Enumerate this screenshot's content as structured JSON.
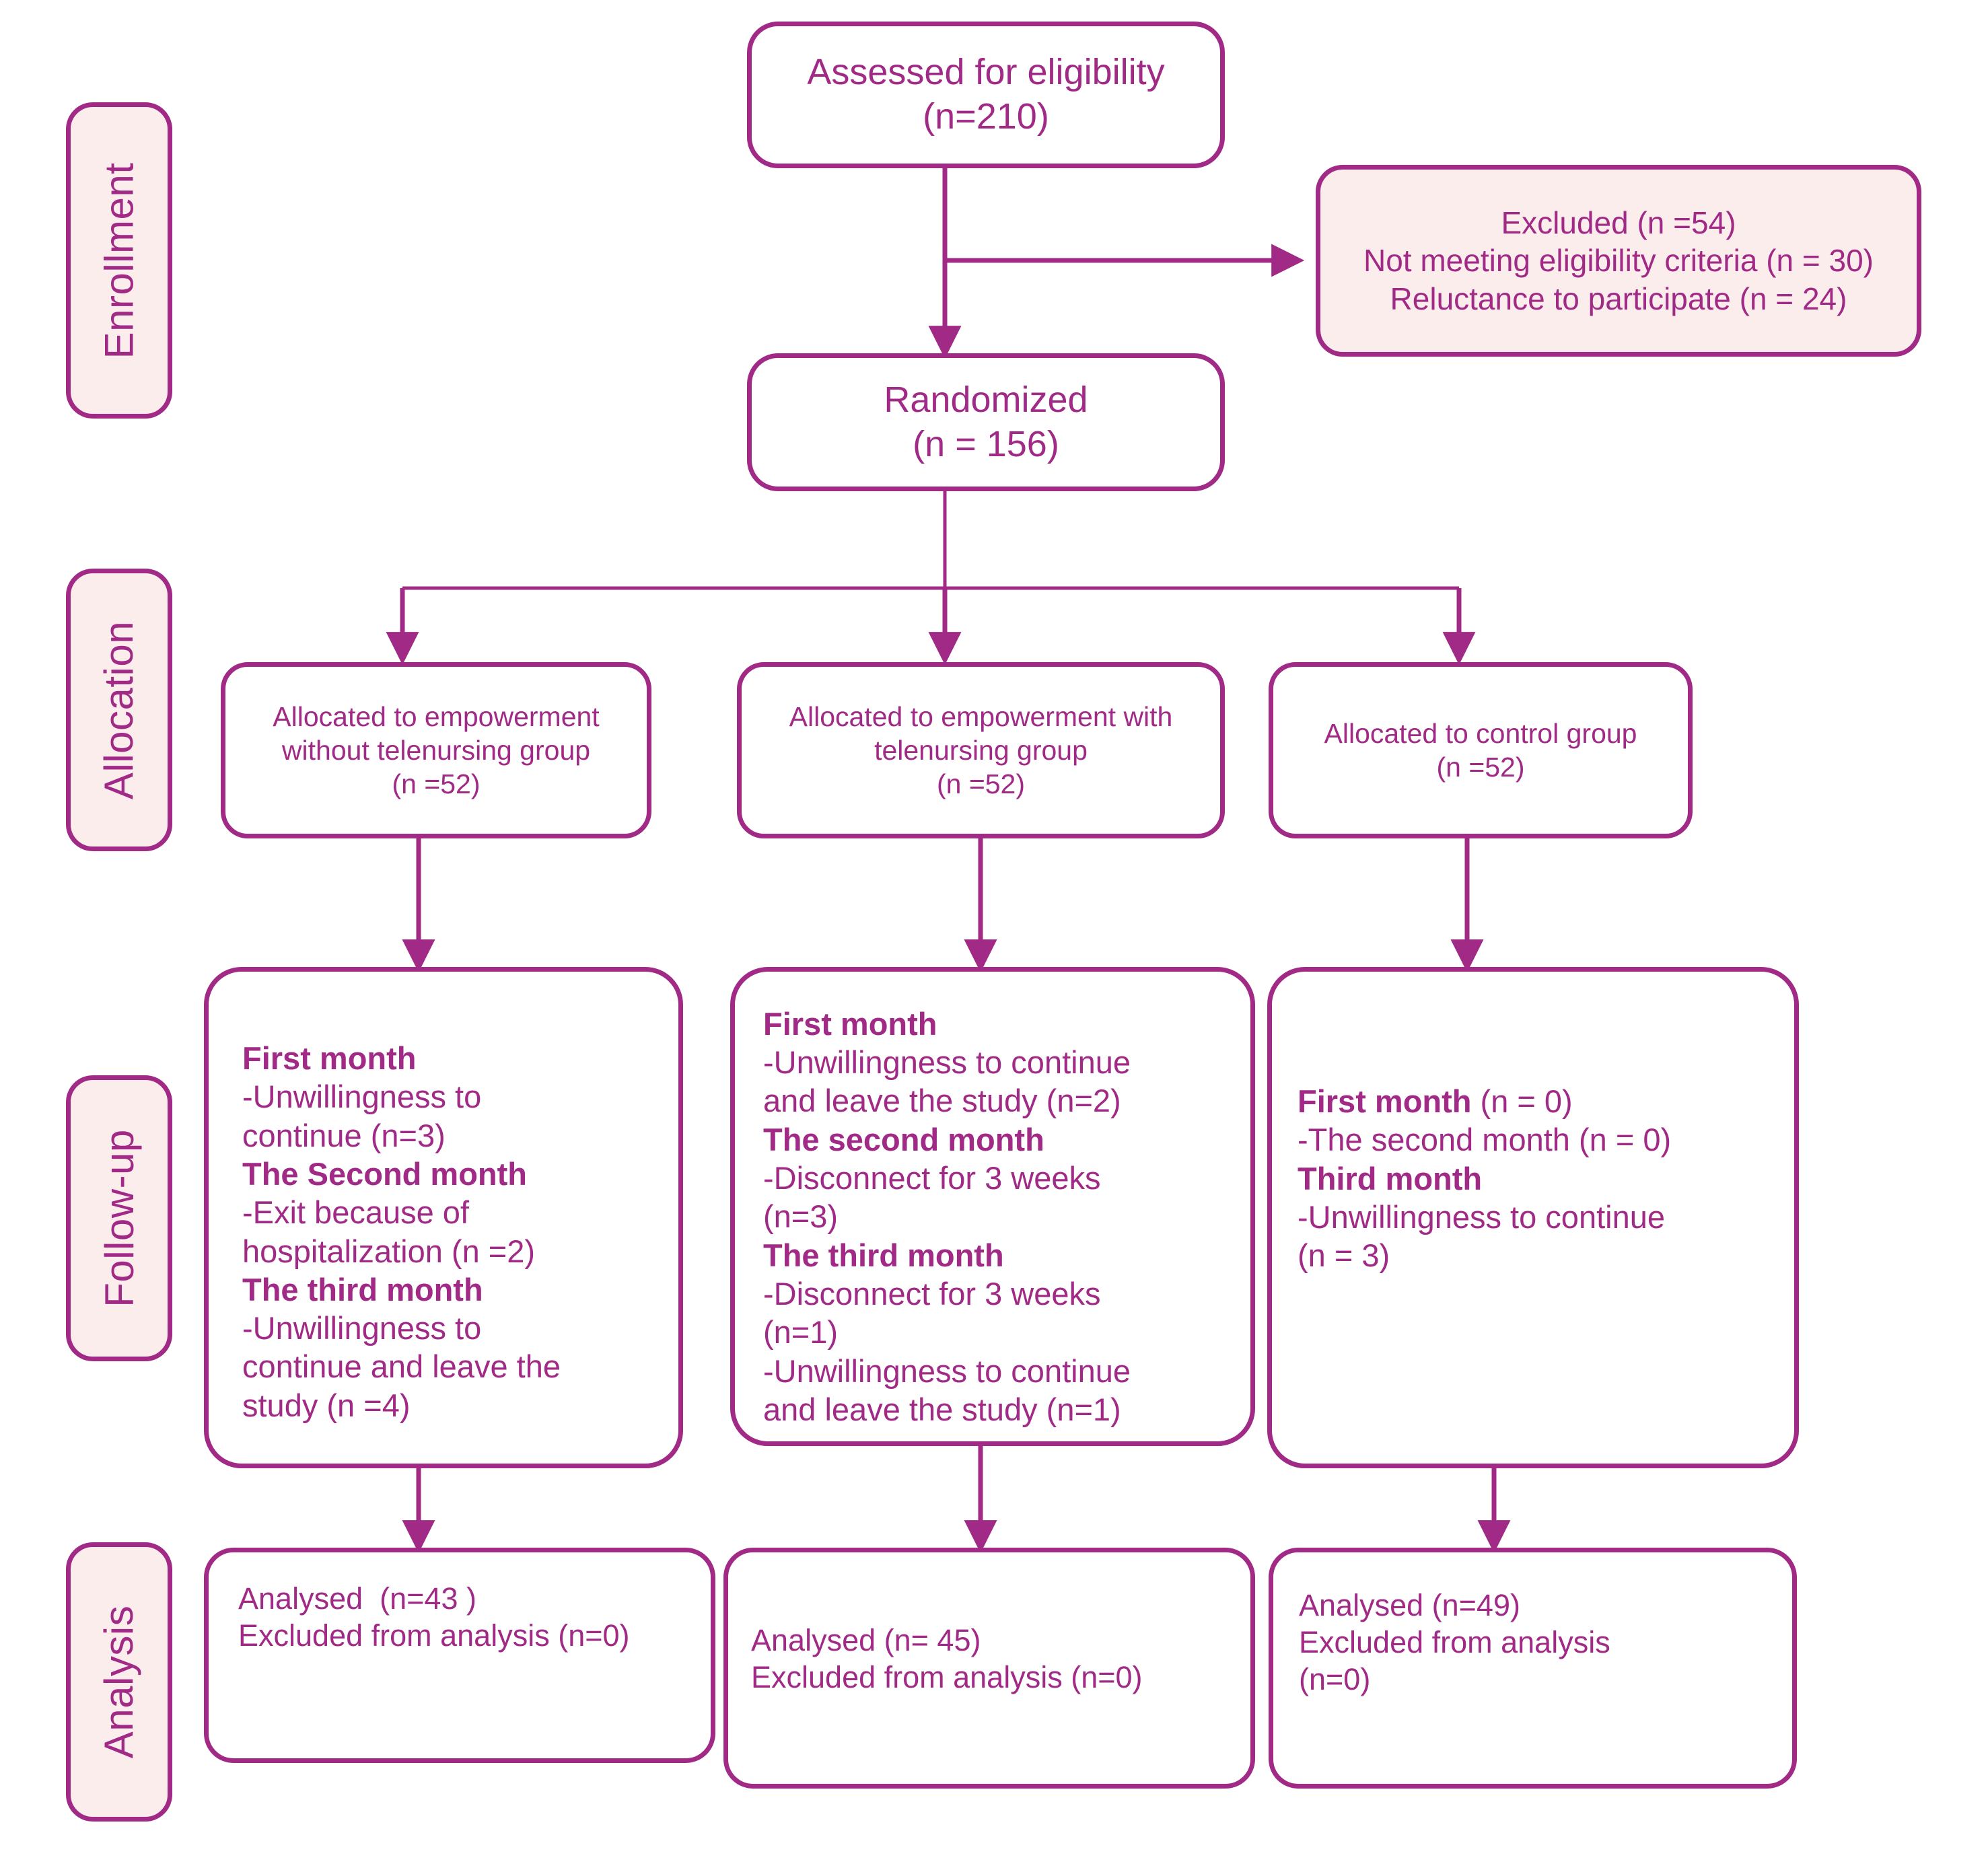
{
  "meta": {
    "title": "CONSORT participant flow diagram",
    "colors": {
      "accent": "#a02a86",
      "panel_fill": "#fceded",
      "box_fill": "#ffffff"
    }
  },
  "phases": [
    {
      "key": "enrollment",
      "label": "Enrollment"
    },
    {
      "key": "allocation",
      "label": "Allocation"
    },
    {
      "key": "followup",
      "label": "Follow-up"
    },
    {
      "key": "analysis",
      "label": "Analysis"
    }
  ],
  "nodes": {
    "assessed": {
      "lines": [
        {
          "text": "Assessed for eligibility",
          "bold": false
        },
        {
          "text": "(n=210)",
          "bold": false
        }
      ]
    },
    "excluded": {
      "lines": [
        {
          "text": "Excluded (n =54)",
          "bold": false
        },
        {
          "text": "Not meeting eligibility criteria (n = 30)",
          "bold": false
        },
        {
          "text": "Reluctance to participate (n = 24)",
          "bold": false
        }
      ]
    },
    "randomized": {
      "lines": [
        {
          "text": "Randomized",
          "bold": false
        },
        {
          "text": "(n = 156)",
          "bold": false
        }
      ]
    },
    "alloc_left": {
      "lines": [
        {
          "text": "Allocated to empowerment",
          "bold": false
        },
        {
          "text": "without telenursing group",
          "bold": false
        },
        {
          "text": "(n =52)",
          "bold": false
        }
      ]
    },
    "alloc_mid": {
      "lines": [
        {
          "text": "Allocated to empowerment with",
          "bold": false
        },
        {
          "text": "telenursing group",
          "bold": false
        },
        {
          "text": "(n =52)",
          "bold": false
        }
      ]
    },
    "alloc_right": {
      "lines": [
        {
          "text": "Allocated to control group",
          "bold": false
        },
        {
          "text": "(n =52)",
          "bold": false
        }
      ]
    },
    "follow_left": {
      "lines": [
        {
          "text": "First month",
          "bold": true
        },
        {
          "text": "-Unwillingness to",
          "bold": false
        },
        {
          "text": "continue (n=3)",
          "bold": false
        },
        {
          "text": "The Second month",
          "bold": true
        },
        {
          "text": "-Exit because of",
          "bold": false
        },
        {
          "text": "hospitalization (n =2)",
          "bold": false
        },
        {
          "text": "The third month",
          "bold": true
        },
        {
          "text": "-Unwillingness to",
          "bold": false
        },
        {
          "text": "continue and leave the",
          "bold": false
        },
        {
          "text": "study (n =4)",
          "bold": false
        }
      ]
    },
    "follow_mid": {
      "lines": [
        {
          "text": "First month",
          "bold": true
        },
        {
          "text": "-Unwillingness to continue",
          "bold": false
        },
        {
          "text": "and leave the study (n=2)",
          "bold": false
        },
        {
          "text": "The second month",
          "bold": true
        },
        {
          "text": "-Disconnect for 3 weeks",
          "bold": false
        },
        {
          "text": "(n=3)",
          "bold": false
        },
        {
          "text": "The third month",
          "bold": true
        },
        {
          "text": "-Disconnect for 3 weeks",
          "bold": false
        },
        {
          "text": "(n=1)",
          "bold": false
        },
        {
          "text": "-Unwillingness to continue",
          "bold": false
        },
        {
          "text": "and leave the study (n=1)",
          "bold": false
        }
      ]
    },
    "follow_right": {
      "lines": [
        {
          "text": "First month (n = 0)",
          "bold": true,
          "bold_prefix": "First month",
          "rest": " (n = 0)"
        },
        {
          "text": "-The second month (n = 0)",
          "bold": false
        },
        {
          "text": "Third month",
          "bold": true
        },
        {
          "text": "-Unwillingness to continue",
          "bold": false
        },
        {
          "text": "(n = 3)",
          "bold": false
        }
      ]
    },
    "analysis_left": {
      "lines": [
        {
          "text": "Analysed  (n=43 )",
          "bold": false
        },
        {
          "text": "Excluded from analysis (n=0)",
          "bold": false
        }
      ]
    },
    "analysis_mid": {
      "lines": [
        {
          "text": "Analysed (n= 45)",
          "bold": false
        },
        {
          "text": "Excluded from analysis (n=0)",
          "bold": false
        }
      ]
    },
    "analysis_right": {
      "lines": [
        {
          "text": "Analysed (n=49)",
          "bold": false
        },
        {
          "text": "Excluded from analysis",
          "bold": false
        },
        {
          "text": "(n=0)",
          "bold": false
        }
      ]
    }
  }
}
